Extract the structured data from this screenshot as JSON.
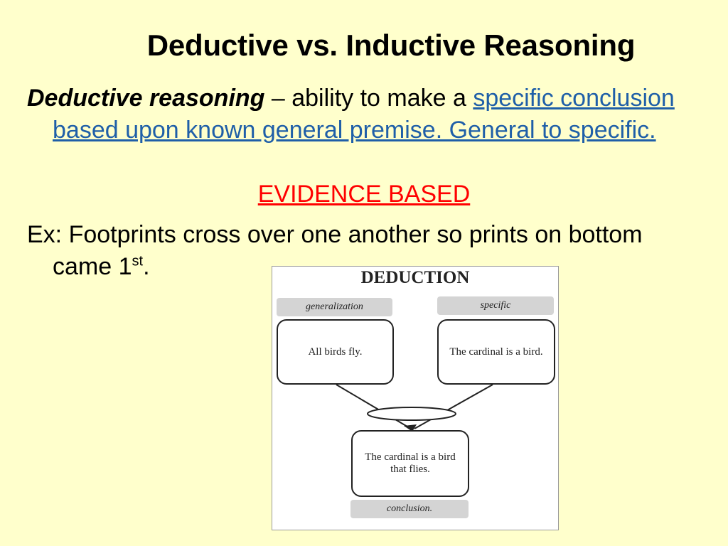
{
  "title": "Deductive vs. Inductive Reasoning",
  "definition": {
    "term": "Deductive reasoning",
    "dash": " – ",
    "text": "ability to make a ",
    "link_text": "specific conclusion based upon known general premise. General to specific."
  },
  "emphasis": "EVIDENCE BASED",
  "example": {
    "text": "Ex: Footprints cross over one another so prints on bottom came 1",
    "superscript": "st",
    "end": "."
  },
  "figure": {
    "title": "DEDUCTION",
    "left_tag": "generalization",
    "right_tag": "specific",
    "left_box": "All birds fly.",
    "right_box": "The cardinal is a bird.",
    "bottom_box": "The cardinal is a bird that flies.",
    "bottom_tag": "conclusion."
  }
}
